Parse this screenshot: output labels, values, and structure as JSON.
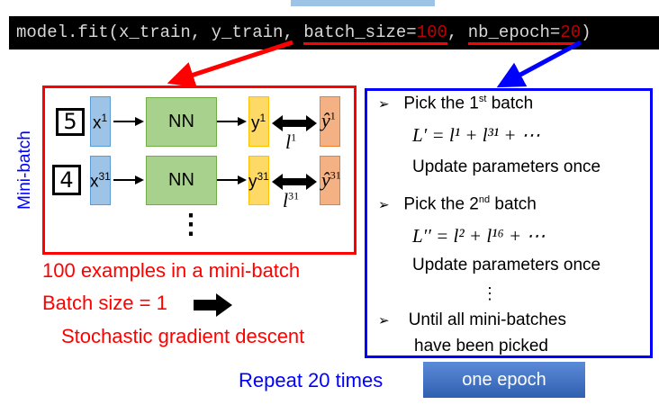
{
  "code": {
    "prefix": "model.fit(x_train, y_train, ",
    "batch_key": "batch_size=",
    "batch_val": "100",
    "sep": ", ",
    "epoch_key": "nb_epoch=",
    "epoch_val": "20",
    "suffix": ")"
  },
  "minibatch_label": "Mini-batch",
  "rows": [
    {
      "digit": "5",
      "x": "x",
      "x_sup": "1",
      "nn": "NN",
      "y": "y",
      "y_sup": "1",
      "yhat": "ŷ",
      "yhat_sup": "1",
      "loss": "l",
      "loss_sup": "1"
    },
    {
      "digit": "4",
      "x": "x",
      "x_sup": "31",
      "nn": "NN",
      "y": "y",
      "y_sup": "31",
      "yhat": "ŷ",
      "yhat_sup": "31",
      "loss": "l",
      "loss_sup": "31"
    }
  ],
  "vdots": "⋮",
  "left_texts": {
    "examples": "100 examples in a mini-batch",
    "batch_size": "Batch size = 1",
    "sgd": "Stochastic gradient descent"
  },
  "right": {
    "bullet": "➢",
    "pick1": "Pick the 1",
    "pick1_sup": "st",
    "pick1_end": " batch",
    "formula1": "L′ = l¹ + l³¹ + ⋯",
    "update": "Update parameters once",
    "pick2": "Pick the 2",
    "pick2_sup": "nd",
    "pick2_end": " batch",
    "formula2": "L′′ = l² + l¹⁶ + ⋯",
    "dots": "⋮",
    "until1": "Until all mini-batches",
    "until2": "have been picked"
  },
  "repeat": "Repeat 20 times",
  "epoch_button": "one epoch",
  "colors": {
    "red": "#ff0000",
    "blue": "#0000ff",
    "button": "#4472c4"
  }
}
